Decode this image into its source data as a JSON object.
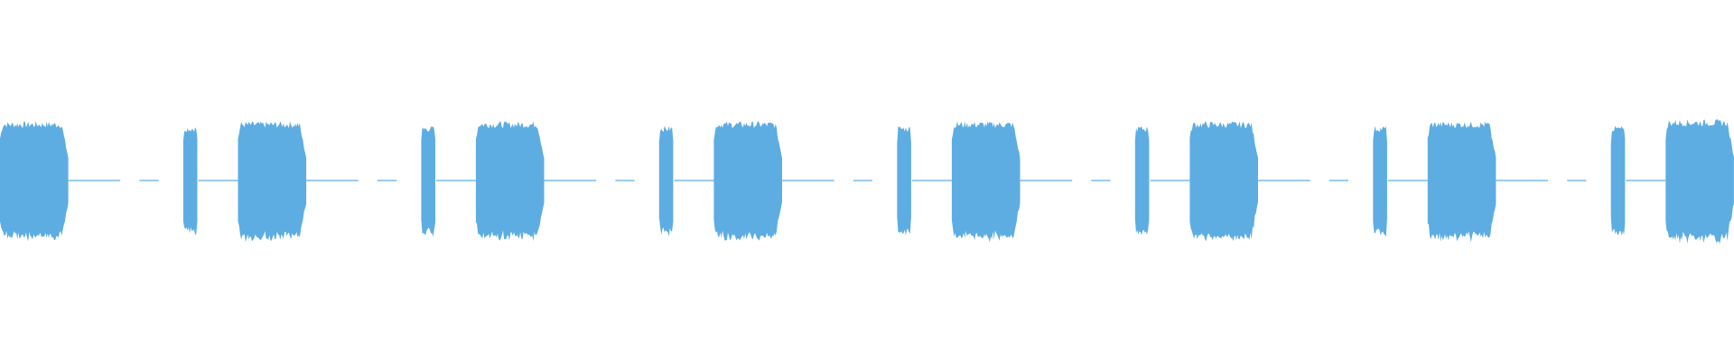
{
  "waveform": {
    "color": "#5dade2",
    "background": "#ffffff",
    "pattern": {
      "repeats": 8,
      "segments": [
        {
          "kind": "burst",
          "duration": 0.25,
          "amplitude": 0.92
        },
        {
          "kind": "line",
          "duration": 0.19
        },
        {
          "kind": "gap",
          "duration": 0.06
        },
        {
          "kind": "dash",
          "duration": 0.1
        },
        {
          "kind": "gap",
          "duration": 0.07
        },
        {
          "kind": "burst",
          "duration": 0.055,
          "amplitude": 0.85
        },
        {
          "kind": "line",
          "duration": 0.145
        },
        {
          "kind": "tick",
          "duration": 0.0
        }
      ],
      "final_burst": {
        "duration": 0.25,
        "amplitude": 0.95
      }
    }
  }
}
